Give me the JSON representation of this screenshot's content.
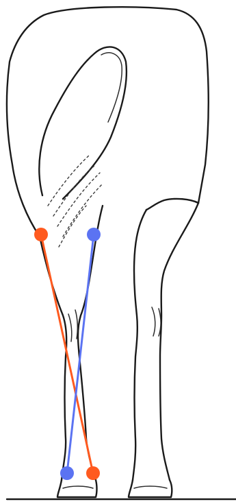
{
  "figure": {
    "subject": "horse-hind-legs-rear-view",
    "background": "#ffffff",
    "ink_color": "#1a1a1a"
  },
  "overlay": {
    "segments": [
      {
        "id": "orange",
        "color": "#ff5a1f"
      },
      {
        "id": "blue",
        "color": "#5b73f2"
      }
    ]
  }
}
